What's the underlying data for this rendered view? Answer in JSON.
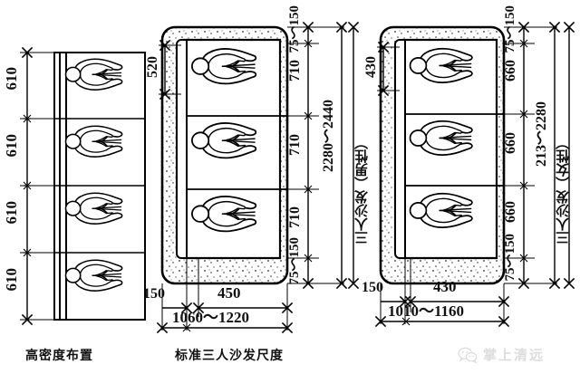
{
  "figure": {
    "title_type": "ergonomic-dimension-drawing",
    "units": "mm",
    "watermark": {
      "text": "掌上清远",
      "icon": "wechat-icon"
    }
  },
  "panels": [
    {
      "id": "high-density",
      "caption": "高密度布置",
      "seats": 4,
      "left_dims": [
        "610",
        "610",
        "610",
        "610"
      ]
    },
    {
      "id": "standard-three-seat-male",
      "caption": "标准三人沙发尺度",
      "seats": 3,
      "side_label": "三人沙发（男性）",
      "left_dim": "520",
      "right_dims": {
        "clearance_top": "75～150",
        "seat_depths": [
          "710",
          "710",
          "710"
        ],
        "clearance_bottom": "75～150",
        "overall": "2280～2440"
      },
      "bottom_dims": {
        "arm": "150",
        "seat_width": "450",
        "overall": "1060～1220"
      }
    },
    {
      "id": "standard-three-seat-female",
      "caption": "",
      "seats": 3,
      "side_label": "三人沙发（女性）",
      "left_dim": "430",
      "right_dims": {
        "clearance_top": "75～150",
        "seat_depths": [
          "660",
          "660",
          "660"
        ],
        "clearance_bottom": "75～150",
        "overall": "213～2280"
      },
      "bottom_dims": {
        "arm": "150",
        "seat_width": "430",
        "overall": "1010～1160"
      }
    }
  ]
}
